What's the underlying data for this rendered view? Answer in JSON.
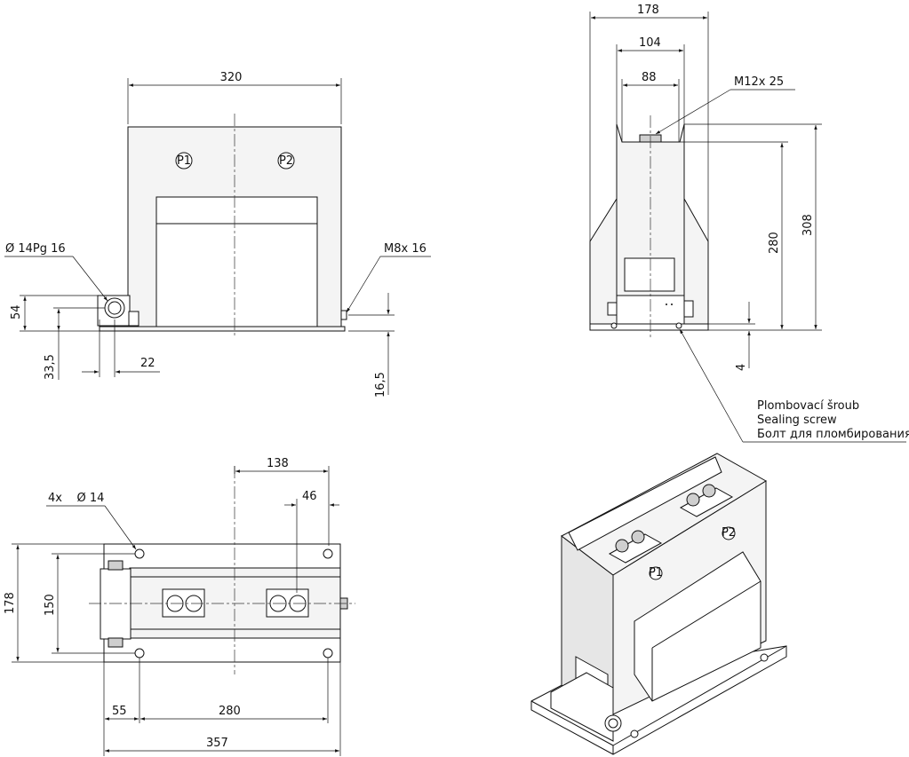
{
  "front_view": {
    "width_dim": "320",
    "terminal_p1": "P1",
    "terminal_p2": "P2",
    "cable_gland": "Ø 14Pg 16",
    "bolt": "M8x 16",
    "height_dim": "54",
    "gland_height_dim": "33,5",
    "gland_offset_dim": "22",
    "bolt_height_dim": "16,5"
  },
  "side_view": {
    "width_dim": "178",
    "inner_width_dim": "104",
    "terminal_spacing_dim": "88",
    "terminal_bolt": "M12x 25",
    "total_height_dim": "308",
    "terminal_height_dim": "280",
    "base_dim": "4",
    "sealing_screw_cz": "Plombovací šroub",
    "sealing_screw_en": "Sealing screw",
    "sealing_screw_ru": "Болт для пломбирования"
  },
  "top_view": {
    "terminal_offset_dim": "138",
    "terminal_pitch_dim": "46",
    "holes_label": "4x    Ø 14",
    "depth_dim": "178",
    "hole_spacing_y_dim": "150",
    "edge_offset_dim": "55",
    "hole_spacing_x_dim": "280",
    "total_length_dim": "357"
  },
  "iso_view": {
    "terminal_p1": "P1",
    "terminal_p2": "P2"
  }
}
